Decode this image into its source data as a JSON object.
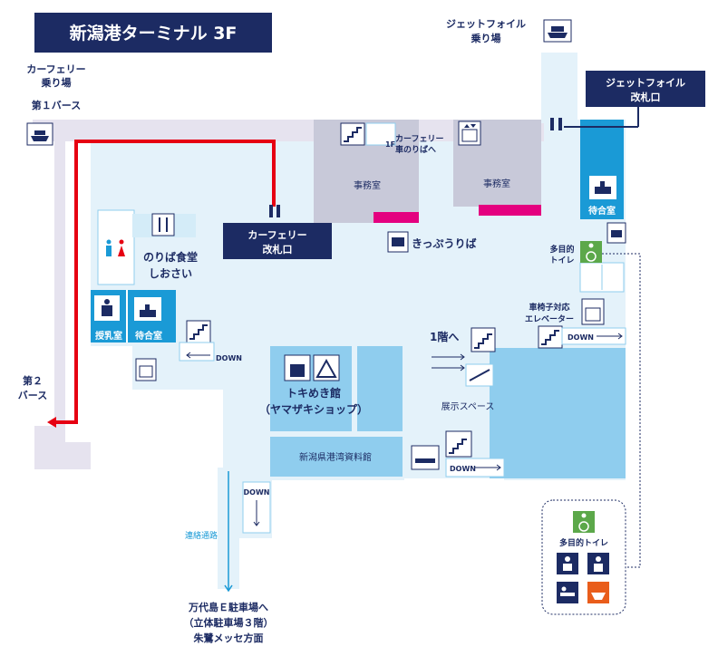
{
  "title": "新潟港ターミナル 3F",
  "labels": {
    "ferry_boarding_line1": "カーフェリー",
    "ferry_boarding_line2": "乗り場",
    "berth1": "第１バース",
    "berth2_line1": "第２",
    "berth2_line2": "バース",
    "jetfoil_boarding_line1": "ジェットフォイル",
    "jetfoil_boarding_line2": "乗り場",
    "jetfoil_gate_line1": "ジェットフォイル",
    "jetfoil_gate_line2": "改札口",
    "ferry_gate_line1": "カーフェリー",
    "ferry_gate_line2": "改札口",
    "to_ferry_line1": "カーフェリー",
    "to_ferry_line2": "車のりばへ",
    "floor_1f": "1F",
    "office1": "事務室",
    "office2": "事務室",
    "ticket": "きっぷうりば",
    "restaurant_line1": "のりば食堂",
    "restaurant_line2": "しおさい",
    "waiting_room_right": "待合室",
    "waiting_room_left": "待合室",
    "nursing_room": "授乳室",
    "multipurpose_toilet_line1": "多目的",
    "multipurpose_toilet_line2": "トイレ",
    "wheelchair_elevator_line1": "車椅子対応",
    "wheelchair_elevator_line2": "エレベーター",
    "down": "DOWN",
    "to_1f": "1階へ",
    "exhibition": "展示スペース",
    "tokimeki_line1": "トキめき館",
    "tokimeki_line2": "（ヤマザキショップ）",
    "museum": "新潟県港湾資料館",
    "passage": "連絡通路",
    "parking_line1": "万代島Ｅ駐車場へ",
    "parking_line2": "（立体駐車場３階）",
    "parking_line3": "朱鷺メッセ方面",
    "legend_title": "多目的トイレ"
  },
  "colors": {
    "navy": "#1c2b63",
    "floor_light_blue": "#e4f2fa",
    "room_blue": "#8fcdee",
    "accent_blue": "#1a9ad6",
    "office_gray": "#c8c9d9",
    "berth_lavender": "#e6e3ef",
    "route_red": "#e60012",
    "counter_magenta": "#e4007f",
    "toilet_green": "#5ca84a",
    "orange": "#e95d1b"
  },
  "icons": [
    "ferry-icon",
    "stairs-icon",
    "elevator-icon",
    "restaurant-icon",
    "toilet-icon",
    "nursing-icon",
    "waiting-icon",
    "ticket-icon",
    "wheelchair-icon",
    "shop-icon",
    "smoking-icon",
    "baby-seat-icon",
    "ostomate-icon",
    "diaper-icon",
    "sink-icon",
    "gate-icon"
  ]
}
